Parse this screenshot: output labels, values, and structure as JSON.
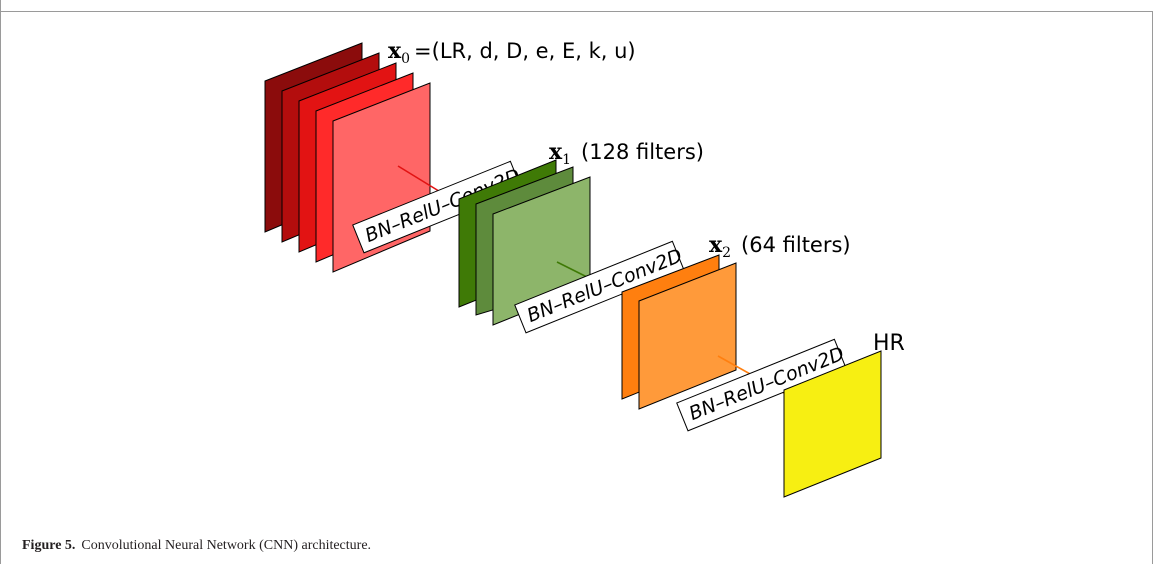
{
  "layers": [
    {
      "id": "x0",
      "symbol": "x",
      "subscript": "0",
      "suffix": "=(LR, d, D, e, E, k, u)",
      "colors": [
        "#8b0c0c",
        "#b30d0d",
        "#e21313",
        "#ff2a2a",
        "#ff6666"
      ]
    },
    {
      "id": "x1",
      "symbol": "x",
      "subscript": "1",
      "suffix": "(128 filters)",
      "colors": [
        "#3f7a06",
        "#5e8b3c",
        "#8db56a"
      ]
    },
    {
      "id": "x2",
      "symbol": "x",
      "subscript": "2",
      "suffix": "(64 filters)",
      "colors": [
        "#ff7f0f",
        "#ff9a3a"
      ]
    },
    {
      "id": "hr",
      "symbol": "",
      "subscript": "",
      "suffix": "HR",
      "colors": [
        "#f7ef12"
      ]
    }
  ],
  "operations": [
    {
      "label": "BN–RelU–Conv2D",
      "connector_color": "#e21313"
    },
    {
      "label": "BN–RelU–Conv2D",
      "connector_color": "#3f7a06"
    },
    {
      "label": "BN–RelU–Conv2D",
      "connector_color": "#ff7f0f"
    }
  ],
  "caption": {
    "number": "Figure 5.",
    "text": "Convolutional Neural Network (CNN) architecture."
  }
}
